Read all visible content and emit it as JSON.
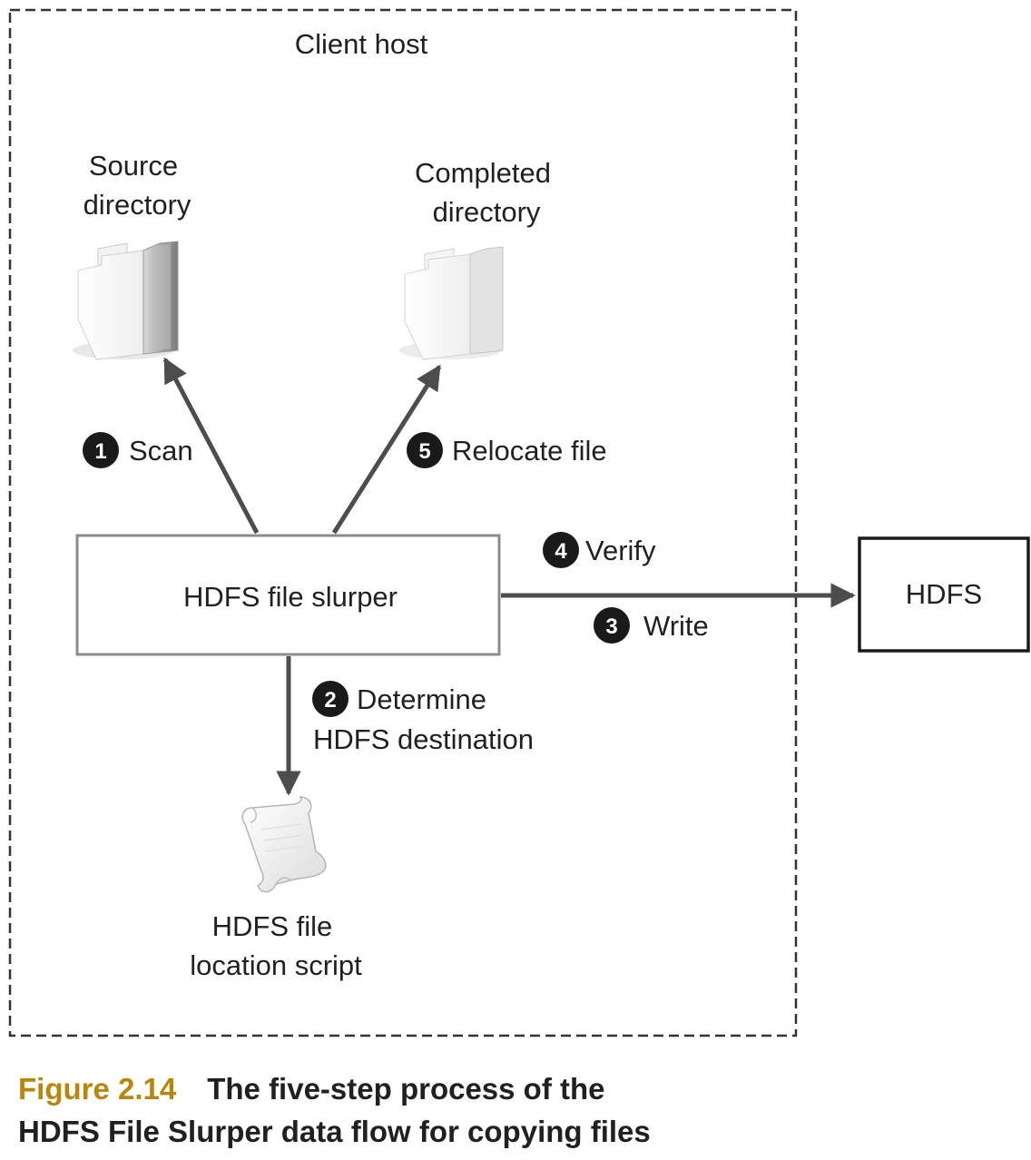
{
  "container": {
    "label": "Client host"
  },
  "nodes": {
    "source_directory": {
      "line1": "Source",
      "line2": "directory"
    },
    "completed_directory": {
      "line1": "Completed",
      "line2": "directory"
    },
    "slurper": {
      "label": "HDFS file slurper"
    },
    "hdfs": {
      "label": "HDFS"
    },
    "script": {
      "line1": "HDFS file",
      "line2": "location script"
    }
  },
  "steps": {
    "scan": {
      "number": "1",
      "label": "Scan"
    },
    "determine": {
      "number": "2",
      "line1": "Determine",
      "line2": "HDFS destination"
    },
    "write": {
      "number": "3",
      "label": "Write"
    },
    "verify": {
      "number": "4",
      "label": "Verify"
    },
    "relocate": {
      "number": "5",
      "label": "Relocate file"
    }
  },
  "caption": {
    "figure_number": "Figure 2.14",
    "line1": "The five-step process of the",
    "line2": "HDFS File Slurper data flow for copying files"
  },
  "colors": {
    "arrow": "#4d4d4d",
    "slurper_border": "#8c8c8c",
    "hdfs_border": "#1a1a1a",
    "badge": "#1a1a1a",
    "figure_number": "#b8860b"
  },
  "icons": {
    "directories": "folder-icon",
    "script": "scroll-icon"
  }
}
